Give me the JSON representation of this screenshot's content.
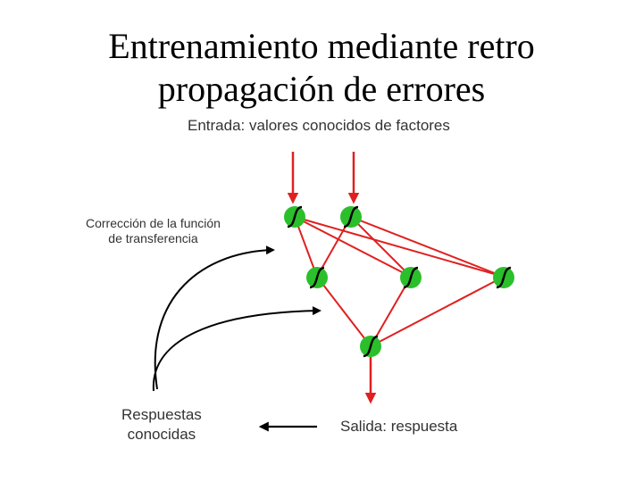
{
  "title": {
    "line1": "Entrenamiento mediante retro",
    "line2": "propagación de errores"
  },
  "labels": {
    "input": "Entrada: valores conocidos de factores",
    "correction_line1": "Corrección de la función",
    "correction_line2": "de transferencia",
    "known_line1": "Respuestas",
    "known_line2": "conocidas",
    "output": "Salida: respuesta"
  },
  "network": {
    "layers": [
      2,
      3,
      1
    ],
    "neuron_icon": "sigmoid-s-glyph"
  },
  "colors": {
    "neuron": "#2bbf2b",
    "connection": "#e02020",
    "feedback_arrow": "#000000"
  }
}
